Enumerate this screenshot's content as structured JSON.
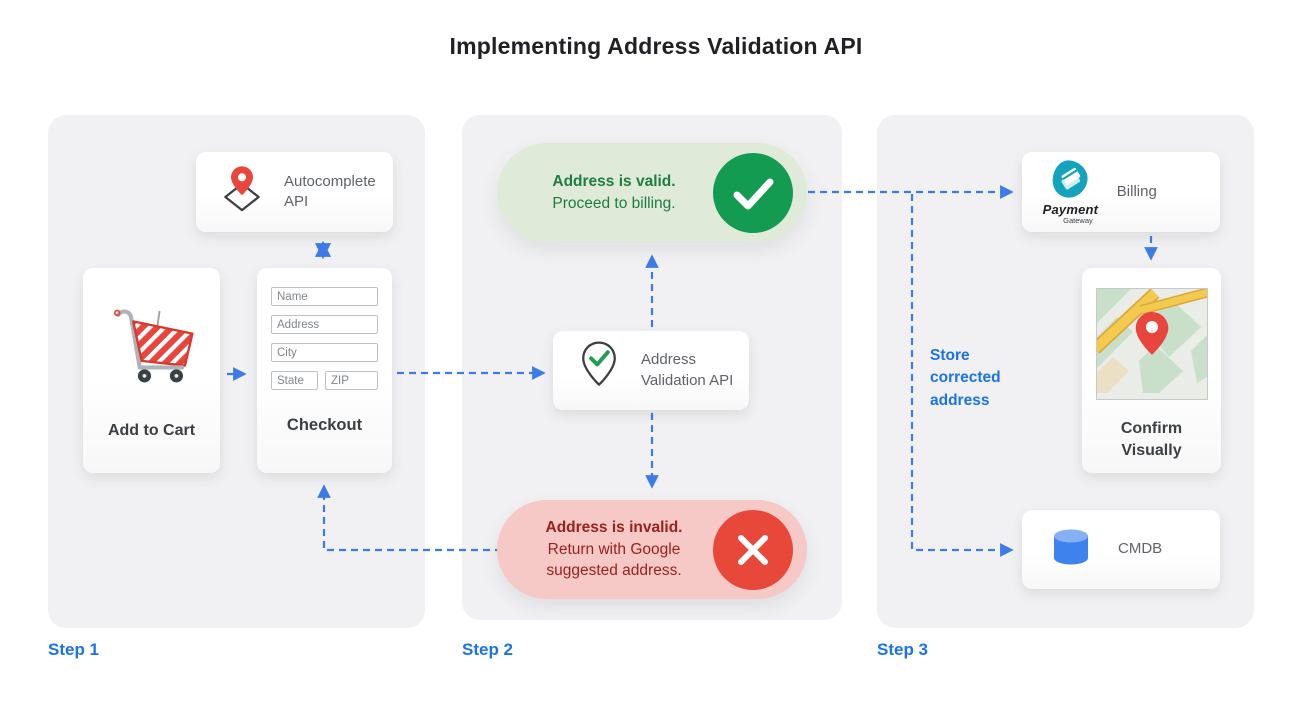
{
  "title": "Implementing Address Validation API",
  "steps": {
    "step1": "Step 1",
    "step2": "Step 2",
    "step3": "Step 3"
  },
  "step1": {
    "autocomplete": {
      "label": "Autocomplete API"
    },
    "add_to_cart": {
      "label": "Add to Cart"
    },
    "checkout": {
      "label": "Checkout",
      "fields": {
        "name": "Name",
        "address": "Address",
        "city": "City",
        "state": "State",
        "zip": "ZIP"
      }
    }
  },
  "step2": {
    "valid": {
      "title": "Address is valid.",
      "subtitle": "Proceed to billing."
    },
    "validation_api": {
      "label": "Address Validation API"
    },
    "invalid": {
      "title": "Address is invalid.",
      "subtitle": "Return with Google suggested address."
    }
  },
  "step3": {
    "billing": {
      "label": "Billing",
      "logo_title": "Payment",
      "logo_subtitle": "Gateway"
    },
    "confirm": {
      "label": "Confirm Visually"
    },
    "cmdb": {
      "label": "CMDB"
    },
    "note": "Store corrected address"
  },
  "colors": {
    "arrow_blue": "#3d7ce8",
    "step_blue": "#1a73e8",
    "valid_green": "#149b52",
    "invalid_red": "#e8483a",
    "valid_pill_bg": "#dfead9",
    "invalid_pill_bg": "#f6c8c6"
  }
}
